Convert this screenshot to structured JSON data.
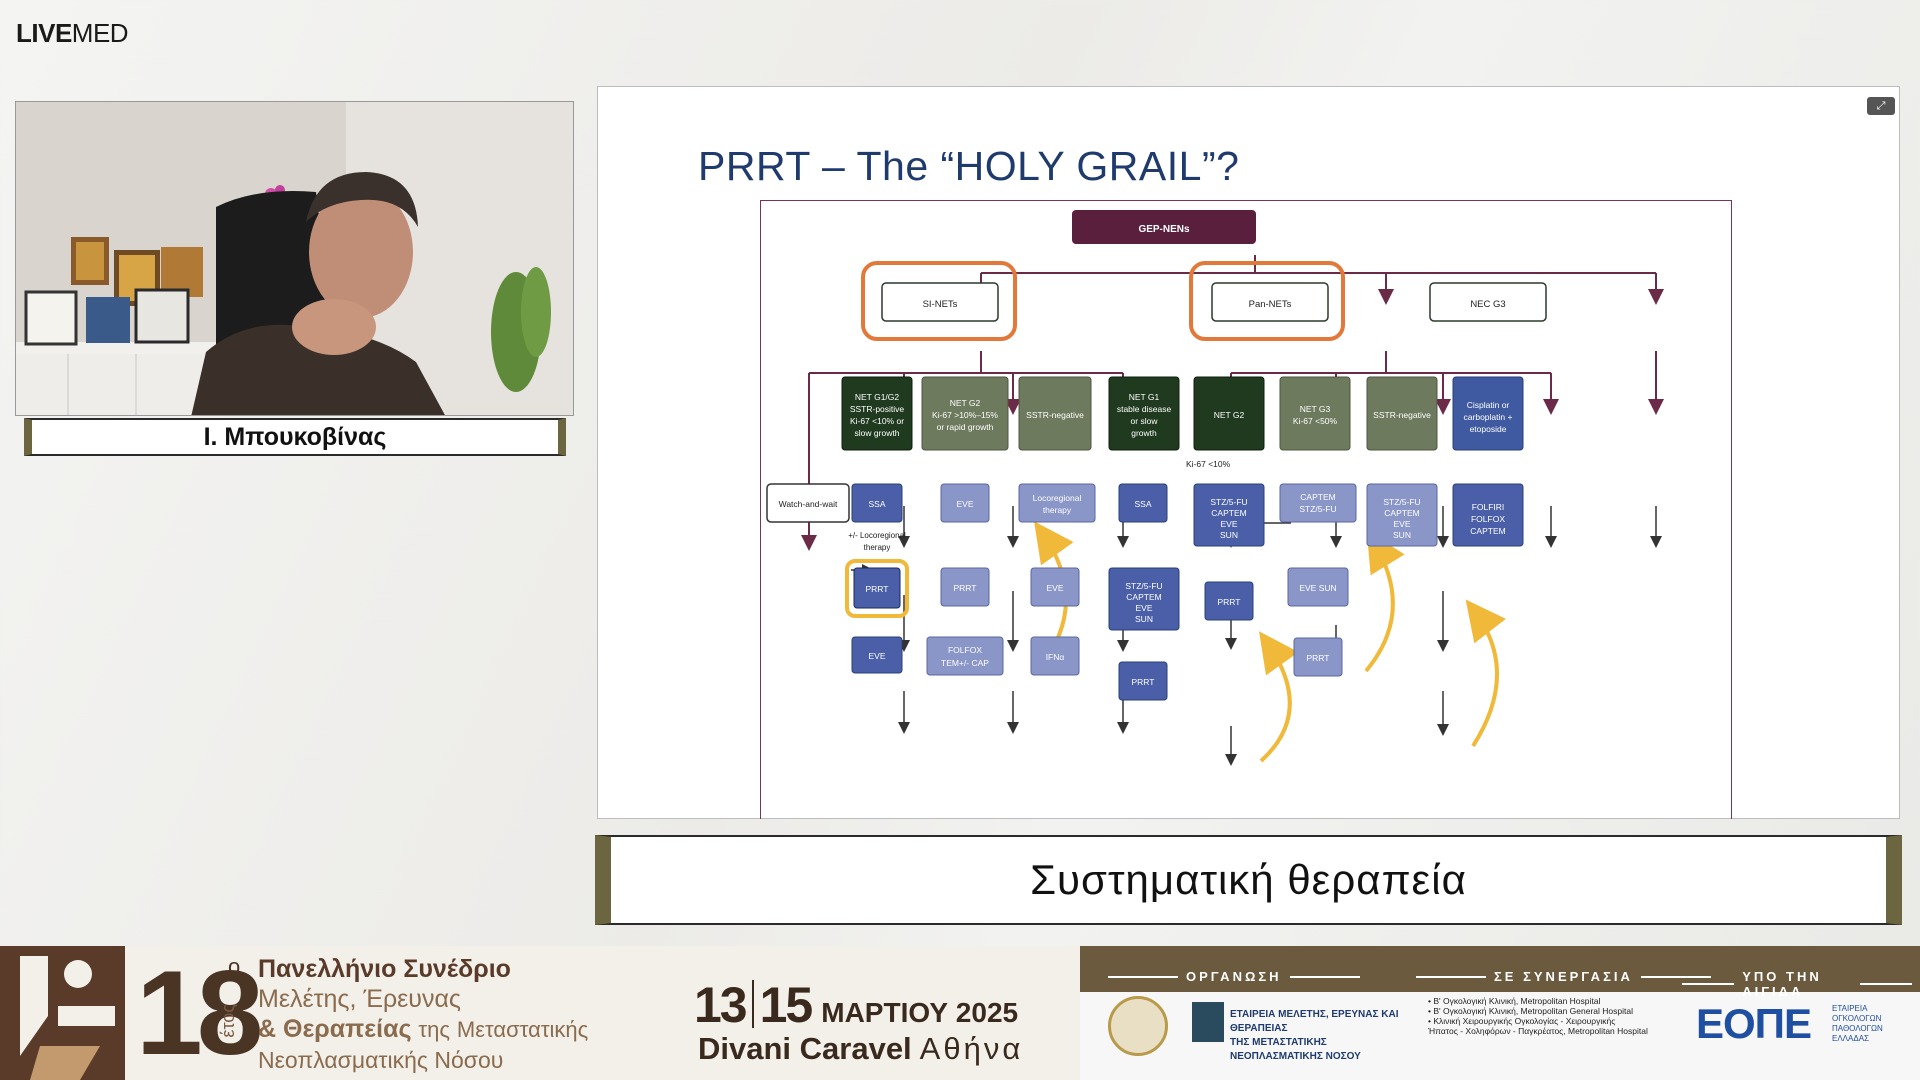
{
  "logo": {
    "bold": "LIVE",
    "light": "MED"
  },
  "speaker": {
    "name": "Ι. Μπουκοβίνας"
  },
  "slide": {
    "title": "PRRT – The “HOLY GRAIL”?",
    "fullscreen_icon": "expand-icon"
  },
  "flowchart": {
    "nodes": {
      "root": "GEP-NENs",
      "si": "SI-NETs",
      "pan": "Pan-NETs",
      "nec": "NEC G3",
      "si_net_g1g2": [
        "NET G1/G2",
        "SSTR-positive",
        "Ki-67 <10% or",
        "slow growth"
      ],
      "si_net_g2": [
        "NET G2",
        "Ki-67 >10%–15%",
        "or rapid growth"
      ],
      "si_sstr_neg": "SSTR-negative",
      "pan_net_g1": [
        "NET G1",
        "stable disease",
        "or slow",
        "growth"
      ],
      "pan_net_g2": "NET G2",
      "pan_net_g3": [
        "NET G3",
        "Ki-67 <50%"
      ],
      "pan_sstr_neg": "SSTR-negative",
      "nec_chemo": [
        "Cisplatin or",
        "carboplatin +",
        "etoposide"
      ],
      "watch": "Watch-and-wait",
      "ssa1": "SSA",
      "locoregional_label": [
        "+/- Locoregional",
        "therapy"
      ],
      "prrt1": "PRRT",
      "eve1": "EVE",
      "eve2": "EVE",
      "prrt2": "PRRT",
      "folfox_tem": [
        "FOLFOX",
        "TEM+/- CAP"
      ],
      "locoregional": [
        "Locoregional",
        "therapy"
      ],
      "eve3": "EVE",
      "ifna": "IFNα",
      "ssa2": "SSA",
      "ki67_label": "Ki-67 <10%",
      "stz1": [
        "STZ/5-FU",
        "CAPTEM",
        "EVE",
        "SUN"
      ],
      "prrt3": "PRRT",
      "stz2": [
        "STZ/5-FU",
        "CAPTEM",
        "EVE",
        "SUN"
      ],
      "prrt4": "PRRT",
      "captem": [
        "CAPTEM",
        "STZ/5-FU"
      ],
      "eve_sun": "EVE SUN",
      "prrt5": "PRRT",
      "stz3": [
        "STZ/5-FU",
        "CAPTEM",
        "EVE",
        "SUN"
      ],
      "folfiri": [
        "FOLFIRI",
        "FOLFOX",
        "CAPTEM"
      ]
    }
  },
  "subtitle": "Συστηματική θεραπεία",
  "footer": {
    "number": "18",
    "sup": "ο",
    "etos": "έτος",
    "line1": "Πανελλήνιο Συνέδριο",
    "line2": "Μελέτης, Έρευνας",
    "line3_bold": "& Θεραπείας",
    "line3_small": "της",
    "line3_rest": "Μεταστατικής",
    "line4": "Νεοπλασματικής Νόσου",
    "date_from": "13",
    "date_to": "15",
    "month": "ΜΑΡΤΙΟΥ 2025",
    "venue_bold": "Divani Caravel",
    "venue_light": "Αθήνα",
    "organizer_title": "ΟΡΓΑΝΩΣΗ",
    "collab_title": "ΣΕ ΣΥΝΕΡΓΑΣΙΑ",
    "auspices_title": "ΥΠΟ ΤΗΝ ΑΙΓΙΔΑ",
    "society_text": [
      "ΕΤΑΙΡΕΙΑ ΜΕΛΕΤΗΣ, ΕΡΕΥΝΑΣ ΚΑΙ ΘΕΡΑΠΕΙΑΣ",
      "ΤΗΣ ΜΕΤΑΣΤΑΤΙΚΗΣ ΝΕΟΠΛΑΣΜΑΤΙΚΗΣ ΝΟΣΟΥ"
    ],
    "collab_lines": [
      "• Β' Ογκολογική Κλινική, Metropolitan Hospital",
      "• Β' Ογκολογική Κλινική, Metropolitan General Hospital",
      "• Κλινική Χειρουργικής Ογκολογίας - Χειρουργικής",
      "Ήπατος - Χοληφόρων - Παγκρέατος, Metropolitan Hospital"
    ],
    "eope": "ΕΟΠΕ",
    "eope_sub": [
      "ΕΤΑΙΡΕΙΑ",
      "ΟΓΚΟΛΟΓΩΝ",
      "ΠΑΘΟΛΟΓΩΝ",
      "ΕΛΛΑΔΑΣ"
    ]
  }
}
